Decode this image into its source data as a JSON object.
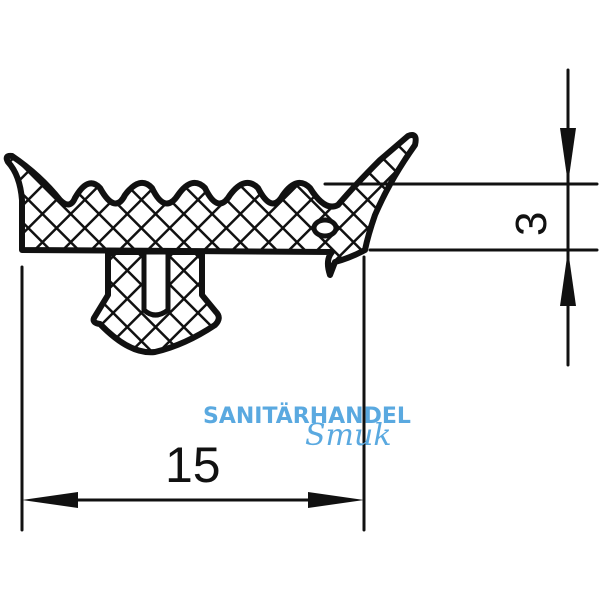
{
  "drawing": {
    "type": "technical-profile-drawing",
    "subject": "rubber seal profile cross-section",
    "hatch": "cross-hatch",
    "stroke_color": "#111111"
  },
  "dimensions": {
    "width": {
      "value": "15",
      "orientation": "horizontal"
    },
    "height": {
      "value": "3",
      "orientation": "vertical"
    }
  },
  "watermark": {
    "line1": "SANITÄRHANDEL",
    "line2": "Smuk",
    "color": "#5aa9e0"
  }
}
